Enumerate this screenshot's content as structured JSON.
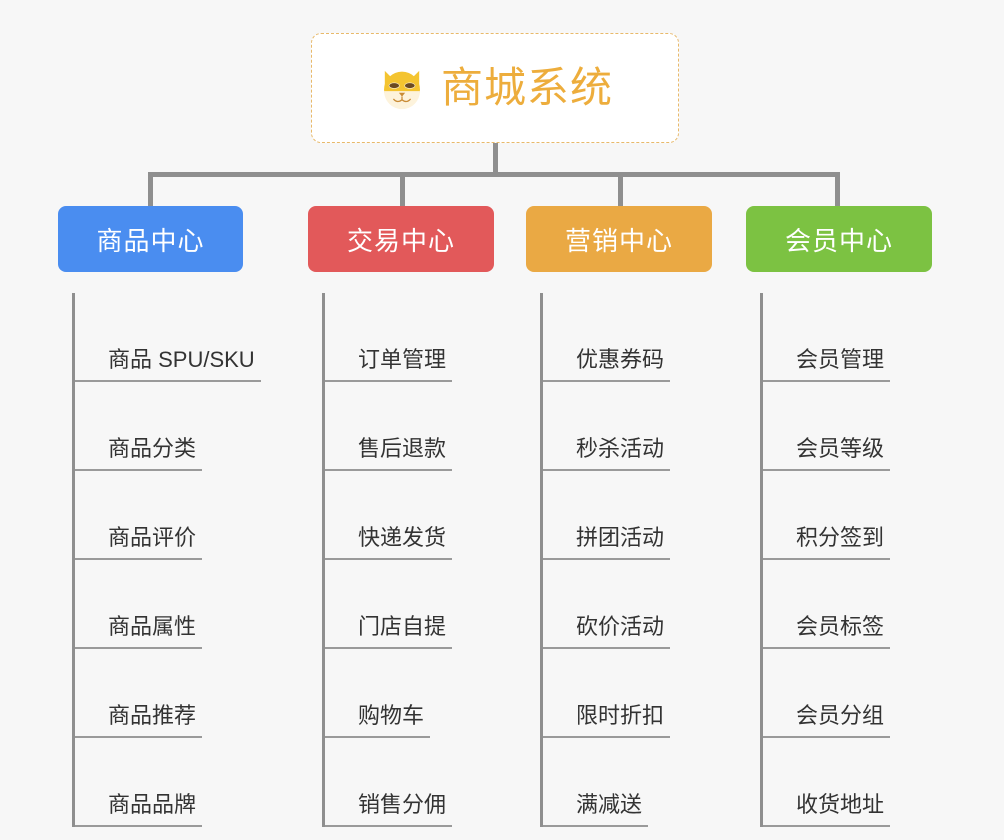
{
  "root": {
    "title": "商城系统",
    "icon": "shiba-inu-emoji",
    "text_color": "#edad3c",
    "border_color": "#e8b96a",
    "background": "#ffffff"
  },
  "connector_color": "#8f8f8f",
  "page_background": "#f7f7f7",
  "categories": [
    {
      "label": "商品中心",
      "color": "#4a8df0",
      "items": [
        {
          "label": "商品 SPU/SKU"
        },
        {
          "label": "商品分类"
        },
        {
          "label": "商品评价"
        },
        {
          "label": "商品属性"
        },
        {
          "label": "商品推荐"
        },
        {
          "label": "商品品牌"
        }
      ]
    },
    {
      "label": "交易中心",
      "color": "#e2595a",
      "items": [
        {
          "label": "订单管理"
        },
        {
          "label": "售后退款"
        },
        {
          "label": "快递发货"
        },
        {
          "label": "门店自提"
        },
        {
          "label": "购物车"
        },
        {
          "label": "销售分佣"
        }
      ]
    },
    {
      "label": "营销中心",
      "color": "#eaa944",
      "items": [
        {
          "label": "优惠券码"
        },
        {
          "label": "秒杀活动"
        },
        {
          "label": "拼团活动"
        },
        {
          "label": "砍价活动"
        },
        {
          "label": "限时折扣"
        },
        {
          "label": "满减送"
        }
      ]
    },
    {
      "label": "会员中心",
      "color": "#7cc242",
      "items": [
        {
          "label": "会员管理"
        },
        {
          "label": "会员等级"
        },
        {
          "label": "积分签到"
        },
        {
          "label": "会员标签"
        },
        {
          "label": "会员分组"
        },
        {
          "label": "收货地址"
        }
      ]
    }
  ]
}
